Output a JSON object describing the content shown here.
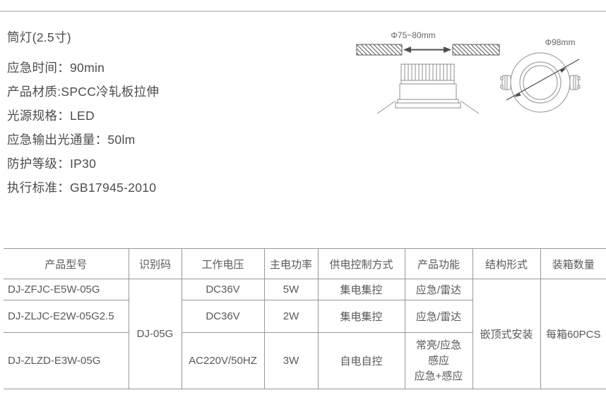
{
  "colors": {
    "divider": "#cdcdcd",
    "table_border": "#979797",
    "spec_text": "#4d4d4d",
    "table_text": "#595959",
    "drawing_outline": "#8f8f8f",
    "dimension_line": "#4f4f4f"
  },
  "specs": {
    "title": "筒灯(2.5寸)",
    "items": [
      "应急时间：90min",
      "产品材质:SPCC冷轧板拉伸",
      "光源规格：LED",
      "应急输出光通量：50lm",
      "防护等级：IP30",
      "执行标准：GB17945-2010"
    ]
  },
  "diagram": {
    "cutout_label": "Φ75~80mm",
    "diameter_label": "Φ98mm"
  },
  "table": {
    "headers": [
      "产品型号",
      "识别码",
      "工作电压",
      "主电功率",
      "供电控制方式",
      "产品功能",
      "结构形式",
      "装箱数量"
    ],
    "id_code": "DJ-05G",
    "structure": "嵌顶式安装",
    "packing": "每箱60PCS",
    "rows": [
      {
        "model": "DJ-ZFJC-E5W-05G",
        "voltage": "DC36V",
        "power": "5W",
        "control": "集电集控",
        "function": "应急/雷达"
      },
      {
        "model": "DJ-ZLJC-E2W-05G2.5",
        "voltage": "DC36V",
        "power": "2W",
        "control": "集电集控",
        "function": "应急/雷达"
      },
      {
        "model": "DJ-ZLZD-E3W-05G",
        "voltage": "AC220V/50HZ",
        "power": "3W",
        "control": "自电自控",
        "function_lines": [
          "常亮/应急",
          "感应",
          "应急+感应"
        ]
      }
    ]
  }
}
